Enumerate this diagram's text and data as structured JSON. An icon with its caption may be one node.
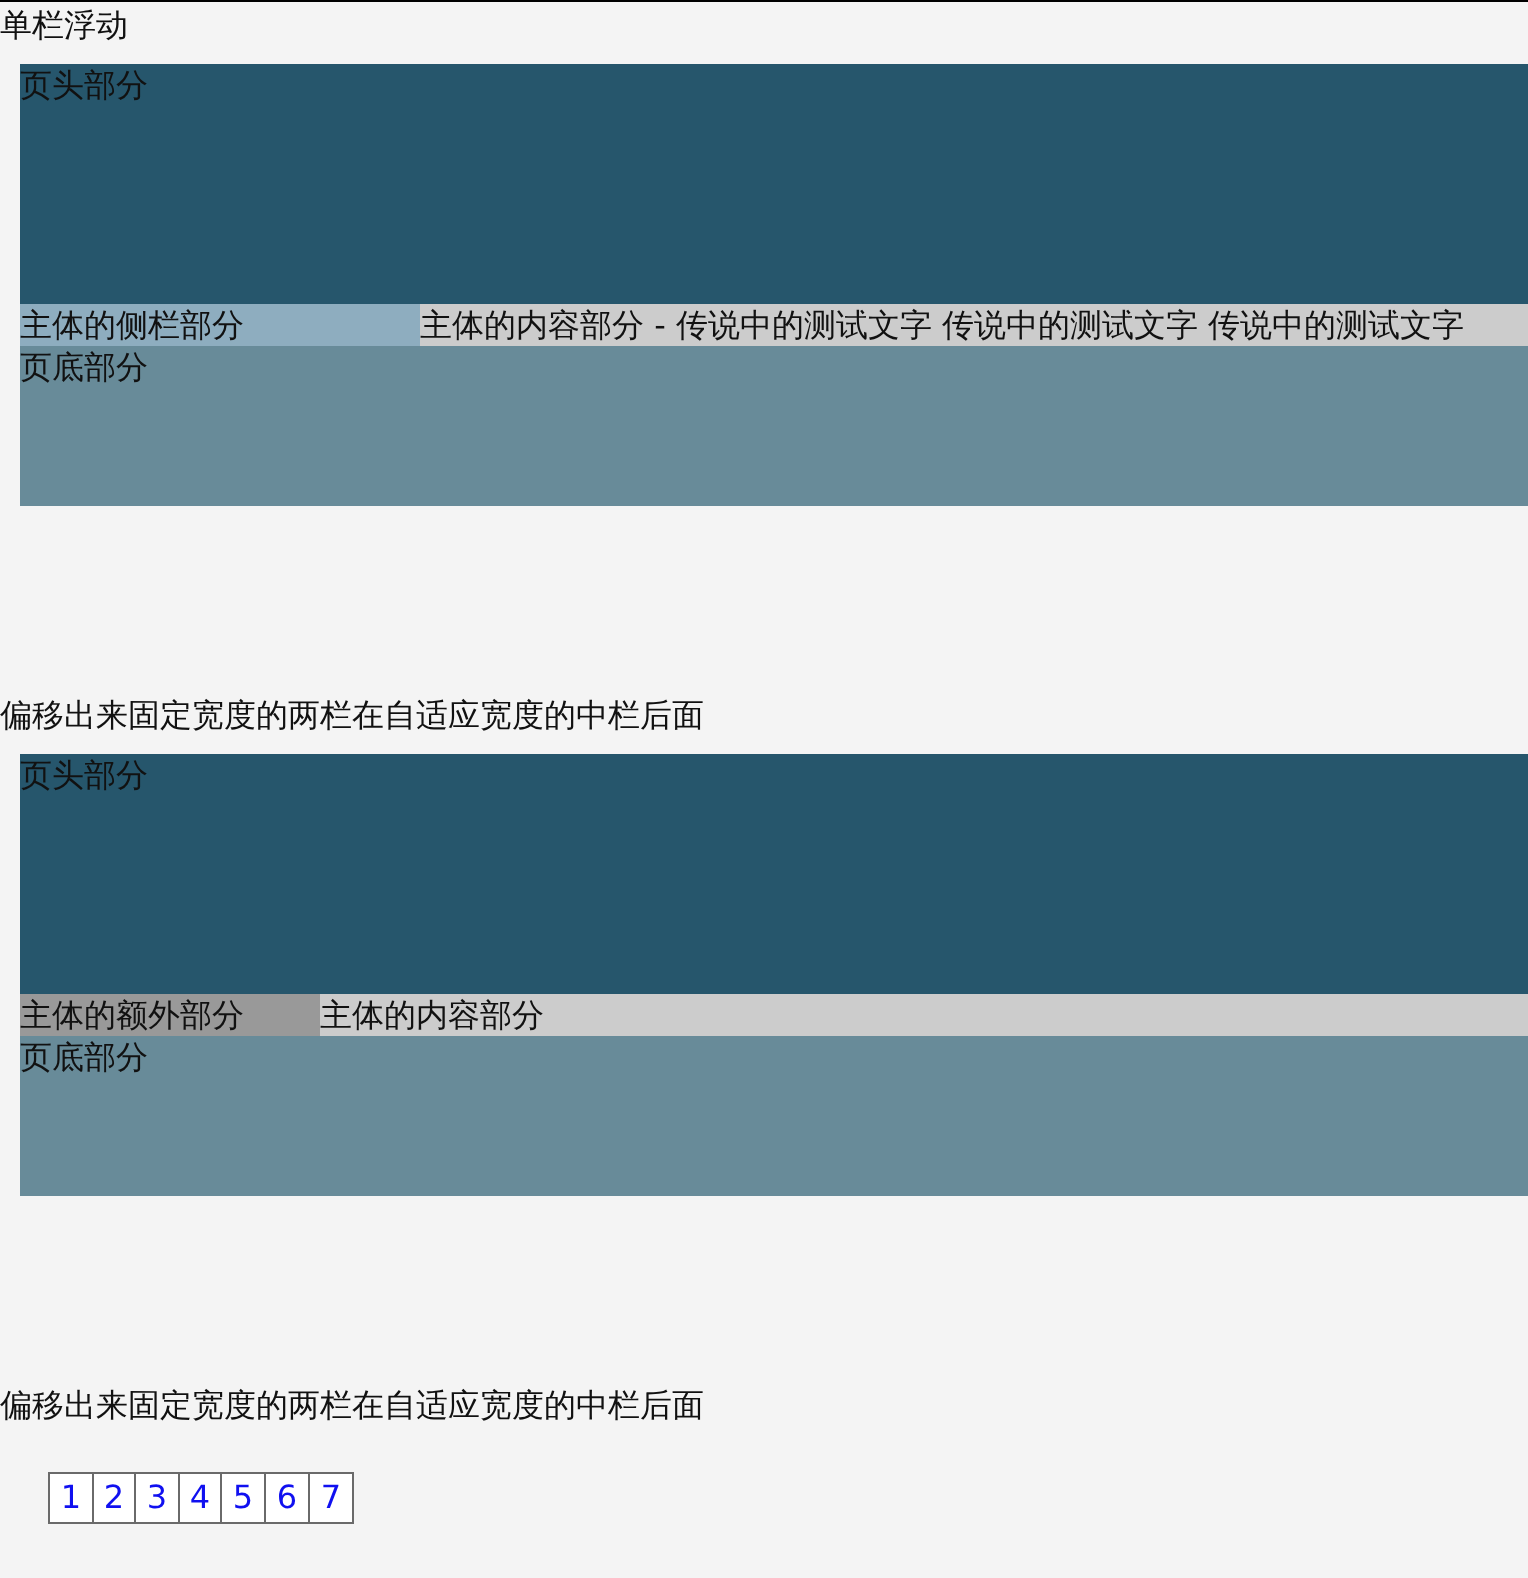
{
  "diagram": {
    "nodes": [
      {
        "text": [
          "页头部分"
        ]
      },
      {
        "text": [
          "主体的侧栏部分"
        ]
      },
      {
        "text": [
          "主体的内容部分 - 传说中的测试文字 传说中的测试文字 传说中的测试文字"
        ]
      },
      {
        "text": [
          "页底部分"
        ]
      },
      {
        "text": [
          "页头部分"
        ]
      },
      {
        "text": [
          "主体的额外部分"
        ]
      },
      {
        "text": [
          "主体的内容部分"
        ]
      },
      {
        "text": [
          "页底部分"
        ]
      },
      {
        "text": [
          "1"
        ]
      },
      {
        "text": [
          "2"
        ]
      },
      {
        "text": [
          "3"
        ]
      },
      {
        "text": [
          "4"
        ]
      },
      {
        "text": [
          "5"
        ]
      },
      {
        "text": [
          "6"
        ]
      },
      {
        "text": [
          "7"
        ]
      }
    ],
    "labels": [
      "单栏浮动",
      "偏移出来固定宽度的两栏在自适应宽度的中栏后面",
      "偏移出来固定宽度的两栏在自适应宽度的中栏后面"
    ]
  }
}
